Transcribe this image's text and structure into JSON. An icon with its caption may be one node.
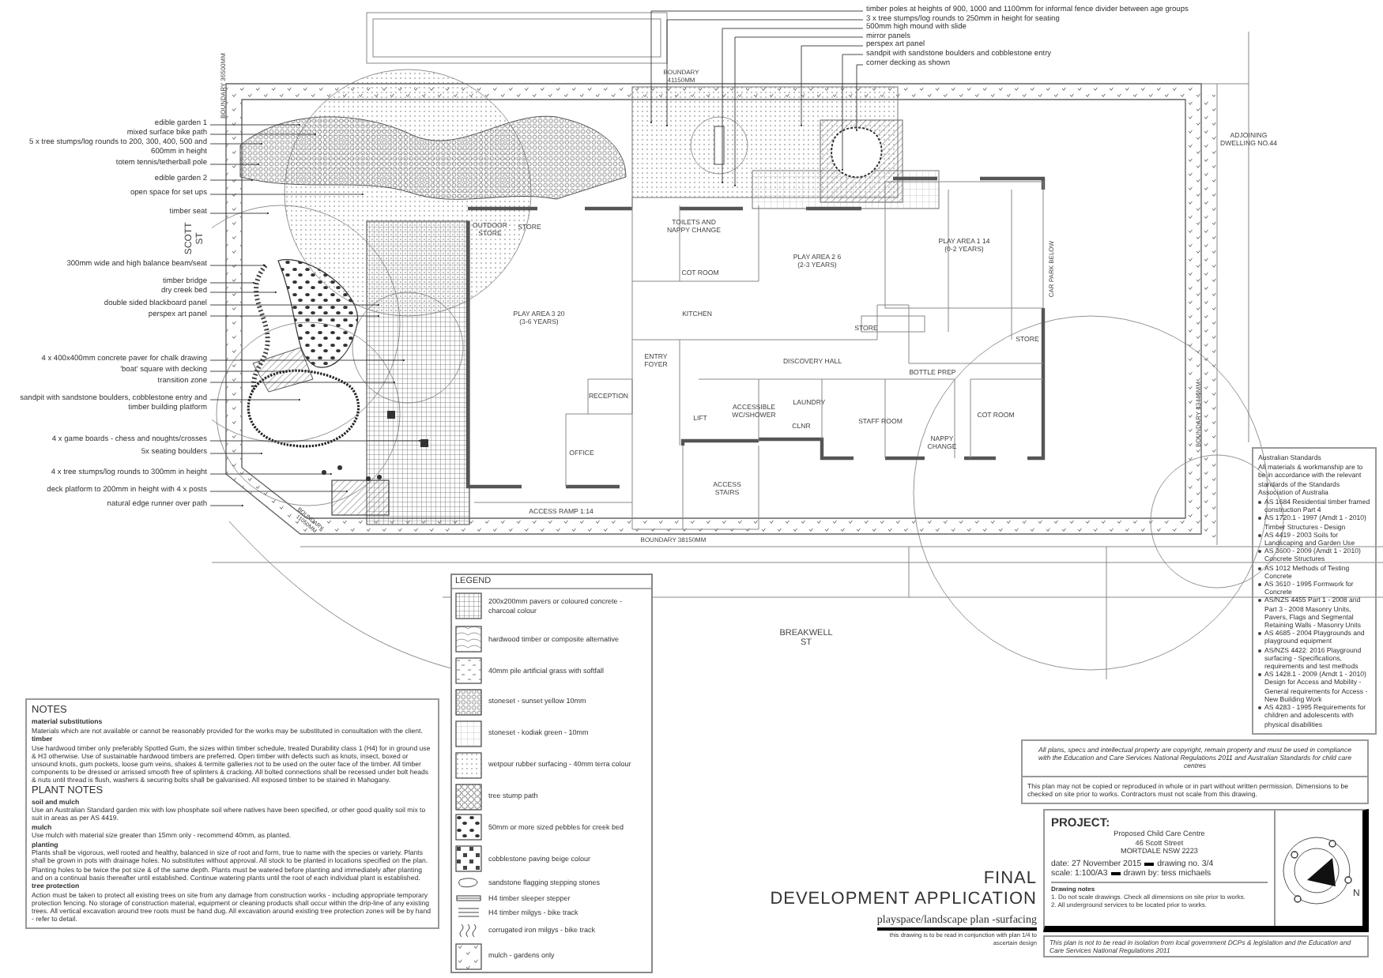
{
  "diagram": {
    "nodes": [
      {
        "text": [
          "edible garden 1"
        ]
      },
      {
        "text": [
          "mixed surface bike path"
        ]
      },
      {
        "text": [
          "5 x tree stumps/log rounds to 200, 300, 400, 500 and 600mm in height"
        ]
      },
      {
        "text": [
          "totem tennis/tetherball pole"
        ]
      },
      {
        "text": [
          "edible garden 2"
        ]
      },
      {
        "text": [
          "open space for set ups"
        ]
      },
      {
        "text": [
          "timber seat"
        ]
      },
      {
        "text": [
          "300mm wide and high balance beam/seat"
        ]
      },
      {
        "text": [
          "timber bridge"
        ]
      },
      {
        "text": [
          "dry creek bed"
        ]
      },
      {
        "text": [
          "double sided blackboard panel"
        ]
      },
      {
        "text": [
          "perspex art panel"
        ]
      },
      {
        "text": [
          "4 x 400x400mm concrete paver for chalk drawing"
        ]
      },
      {
        "text": [
          "'boat' square with decking"
        ]
      },
      {
        "text": [
          "transition zone"
        ]
      },
      {
        "text": [
          "sandpit with sandstone boulders, cobblestone entry and timber building platform"
        ]
      },
      {
        "text": [
          "4 x game boards - chess and noughts/crosses"
        ]
      },
      {
        "text": [
          "5x seating boulders"
        ]
      },
      {
        "text": [
          "4 x tree stumps/log rounds to 300mm in height"
        ]
      },
      {
        "text": [
          "deck platform to 200mm in height with 4 x posts"
        ]
      },
      {
        "text": [
          "natural edge runner over path"
        ]
      },
      {
        "text": [
          "timber poles at heights of 900, 1000 and 1100mm for informal fence divider between age groups"
        ]
      },
      {
        "text": [
          "3 x tree stumps/log rounds to 250mm in height for seating"
        ]
      },
      {
        "text": [
          "500mm high mound with slide"
        ]
      },
      {
        "text": [
          "mirror panels"
        ]
      },
      {
        "text": [
          "perspex art panel"
        ]
      },
      {
        "text": [
          "sandpit with sandstone boulders and cobblestone entry"
        ]
      },
      {
        "text": [
          "corner decking as shown"
        ]
      }
    ],
    "edges": [
      {
        "from": 0,
        "to": null,
        "arrow": "to"
      },
      {
        "from": 1,
        "to": null,
        "arrow": "to"
      },
      {
        "from": 2,
        "to": null,
        "arrow": "to"
      },
      {
        "from": 3,
        "to": null,
        "arrow": "to"
      },
      {
        "from": 4,
        "to": null,
        "arrow": "to"
      },
      {
        "from": 5,
        "to": null,
        "arrow": "to"
      },
      {
        "from": 6,
        "to": null,
        "arrow": "to"
      },
      {
        "from": 7,
        "to": null,
        "arrow": "to"
      },
      {
        "from": 8,
        "to": null,
        "arrow": "to"
      },
      {
        "from": 9,
        "to": null,
        "arrow": "to"
      },
      {
        "from": 10,
        "to": null,
        "arrow": "to"
      },
      {
        "from": 11,
        "to": null,
        "arrow": "to"
      },
      {
        "from": 12,
        "to": null,
        "arrow": "to"
      },
      {
        "from": 13,
        "to": null,
        "arrow": "to"
      },
      {
        "from": 14,
        "to": null,
        "arrow": "to"
      },
      {
        "from": 15,
        "to": null,
        "arrow": "to"
      },
      {
        "from": 16,
        "to": null,
        "arrow": "to"
      },
      {
        "from": 17,
        "to": null,
        "arrow": "to"
      },
      {
        "from": 18,
        "to": null,
        "arrow": "to"
      },
      {
        "from": 19,
        "to": null,
        "arrow": "to"
      },
      {
        "from": 20,
        "to": null,
        "arrow": "to"
      },
      {
        "from": 21,
        "to": null,
        "arrow": "to"
      },
      {
        "from": 22,
        "to": null,
        "arrow": "to"
      },
      {
        "from": 23,
        "to": null,
        "arrow": "to"
      },
      {
        "from": 24,
        "to": null,
        "arrow": "to"
      },
      {
        "from": 25,
        "to": null,
        "arrow": "to"
      },
      {
        "from": 26,
        "to": null,
        "arrow": "to"
      },
      {
        "from": 27,
        "to": null,
        "arrow": "to"
      }
    ],
    "labels": [
      "BOUNDARY 41150MM",
      "BOUNDARY 36500MM",
      "SCOTT ST",
      "BOUNDARY 11050MM",
      "OUTDOOR STORE",
      "STORE",
      "TOILETS AND NAPPY CHANGE",
      "COT ROOM",
      "PLAY AREA 2 6 (2-3 YEARS)",
      "PLAY AREA 1 14 (0-2 YEARS)",
      "CAR PARK BELOW",
      "ADJOINING DWELLING NO.44",
      "PLAY AREA 3 20 (3-6 YEARS)",
      "KITCHEN",
      "STORE",
      "ENTRY FOYER",
      "DISCOVERY HALL",
      "BOTTLE PREP",
      "STORE",
      "RECEPTION",
      "OFFICE",
      "LIFT",
      "ACCESSIBLE WC/SHOWER",
      "LAUNDRY",
      "CLNR",
      "STAFF ROOM",
      "NAPPY CHANGE",
      "COT ROOM",
      "ACCESS RAMP 1:14",
      "ACCESS STAIRS",
      "BOUNDARY 38150MM",
      "BOUNDARY 33440MM",
      "BREAKWELL ST",
      "LEGEND",
      "NOTES",
      "material substitutions",
      "Materials which are not available or cannot be reasonably provided for the works may be substituted in consultation with the client.",
      "timber",
      "Use hardwood timber only preferably Spotted Gum, the sizes within timber schedule, treated Durability class 1 (H4) for in ground use & H3 otherwise. Use of sustainable hardwood timbers are preferred. Open timber with defects such as knots, insect, boxed or unsound knots, gum pockets, loose gum veins, shakes & termite galleries not to be used on the outer face of the timber. All timber components to be dressed or arrissed smooth free of splinters & cracking. All bolted connections shall be recessed under bolt heads & nuts until thread is flush, washers & securing bolts shall be galvanised. All exposed timber to be stained in Mahogany.",
      "PLANT NOTES",
      "soil and mulch",
      "Use an Australian Standard garden mix with low phosphate soil where natives have been specified, or other good quality soil mix to suit in areas as per AS 4419.",
      "mulch",
      "Use mulch with material size greater than 15mm only - recommend 40mm, as planted.",
      "planting",
      "Plants shall be vigorous, well rooted and healthy, balanced in size of root and form, true to name with the species or variety. Plants shall be grown in pots with drainage holes. No substitutes without approval. All stock to be planted in locations specified on the plan. Planting holes to be twice the pot size & of the same depth. Plants must be watered before planting and immediately after planting and on a continual basis thereafter until established. Continue watering plants until the root of each individual plant is established.",
      "tree protection",
      "Action must be taken to protect all existing trees on site from any damage from construction works - including appropriate temporary protection fencing. No storage of construction material, equipment or cleaning products shall occur within the drip-line of any existing trees. All vertical excavation around tree roots must be hand dug. All excavation around existing tree protection zones will be by hand - refer to detail.",
      "Australian Standards",
      "All materials & workmanship are to be in accordance with the relevant standards of the Standards Association of Australia",
      "AS 1684 Residential timber framed construction Part 4",
      "AS 1720.1 - 1997 (Amdt 1 - 2010) Timber Structures - Design",
      "AS 4419 - 2003 Soils for Landscaping and Garden Use",
      "AS 3600 - 2009 (Amdt 1 - 2010) Concrete Structures",
      "AS 1012 Methods of Testing Concrete",
      "AS 3610 - 1995 Formwork for Concrete",
      "AS/NZS 4455 Part 1 - 2008 and Part 3 - 2008 Masonry Units, Pavers, Flags and Segmental Retaining Walls - Masonry Units",
      "AS 4685 - 2004 Playgrounds and playground equipment",
      "AS/NZS 4422: 2016 Playground surfacing - Specifications, requirements and test methods",
      "AS 1428.1 - 2009 (Amdt 1 - 2010) Design for Access and Mobility - General requirements for Access - New Building Work",
      "AS 4283 - 1995 Requirements for children and adolescents with physical disabilities",
      "All plans, specs and intellectual property are copyright, remain property and must be used in compliance with the Education and Care Services National Regulations 2011 and Australian Standards for child care centres",
      "This plan may not be copied or reproduced in whole or in part without written permission. Dimensions to be checked on site prior to works. Contractors must not scale from this drawing.",
      "PROJECT:",
      "Proposed Child Care Centre",
      "46 Scott Street",
      "MORTDALE NSW 2223",
      "date: 27 November 2015",
      "drawing no. 3/4",
      "scale: 1:100/A3",
      "drawn by: tess michaels",
      "Drawing notes",
      "1. Do not scale drawings. Check all dimensions on site prior to works.",
      "2. All underground services to be located prior to works.",
      "This plan is not to be read in isolation from local government DCPs & legislation and the Education and Care Services National Regulations 2011",
      "FINAL",
      "DEVELOPMENT APPLICATION",
      "playspace/landscape plan -surfacing",
      "this drawing is to be read in conjunction with plan 1/4 to ascertain design",
      "N"
    ],
    "legend": [
      {
        "text": "200x200mm pavers or coloured concrete - charcoal colour"
      },
      {
        "text": "hardwood timber or composite alternative"
      },
      {
        "text": "40mm pile artificial grass with softfall"
      },
      {
        "text": "stoneset - sunset yellow 10mm"
      },
      {
        "text": "stoneset - kodiak green - 10mm"
      },
      {
        "text": "wetpour rubber surfacing - 40mm terra colour"
      },
      {
        "text": "tree stump path"
      },
      {
        "text": "50mm or more sized pebbles for creek bed"
      },
      {
        "text": "cobblestone paving beige colour"
      },
      {
        "text": "sandstone flagging stepping stones"
      },
      {
        "text": "H4 timber sleeper stepper"
      },
      {
        "text": "H4 timber milgys - bike track"
      },
      {
        "text": "corrugated iron milgys - bike track"
      },
      {
        "text": "mulch - gardens only"
      }
    ]
  }
}
